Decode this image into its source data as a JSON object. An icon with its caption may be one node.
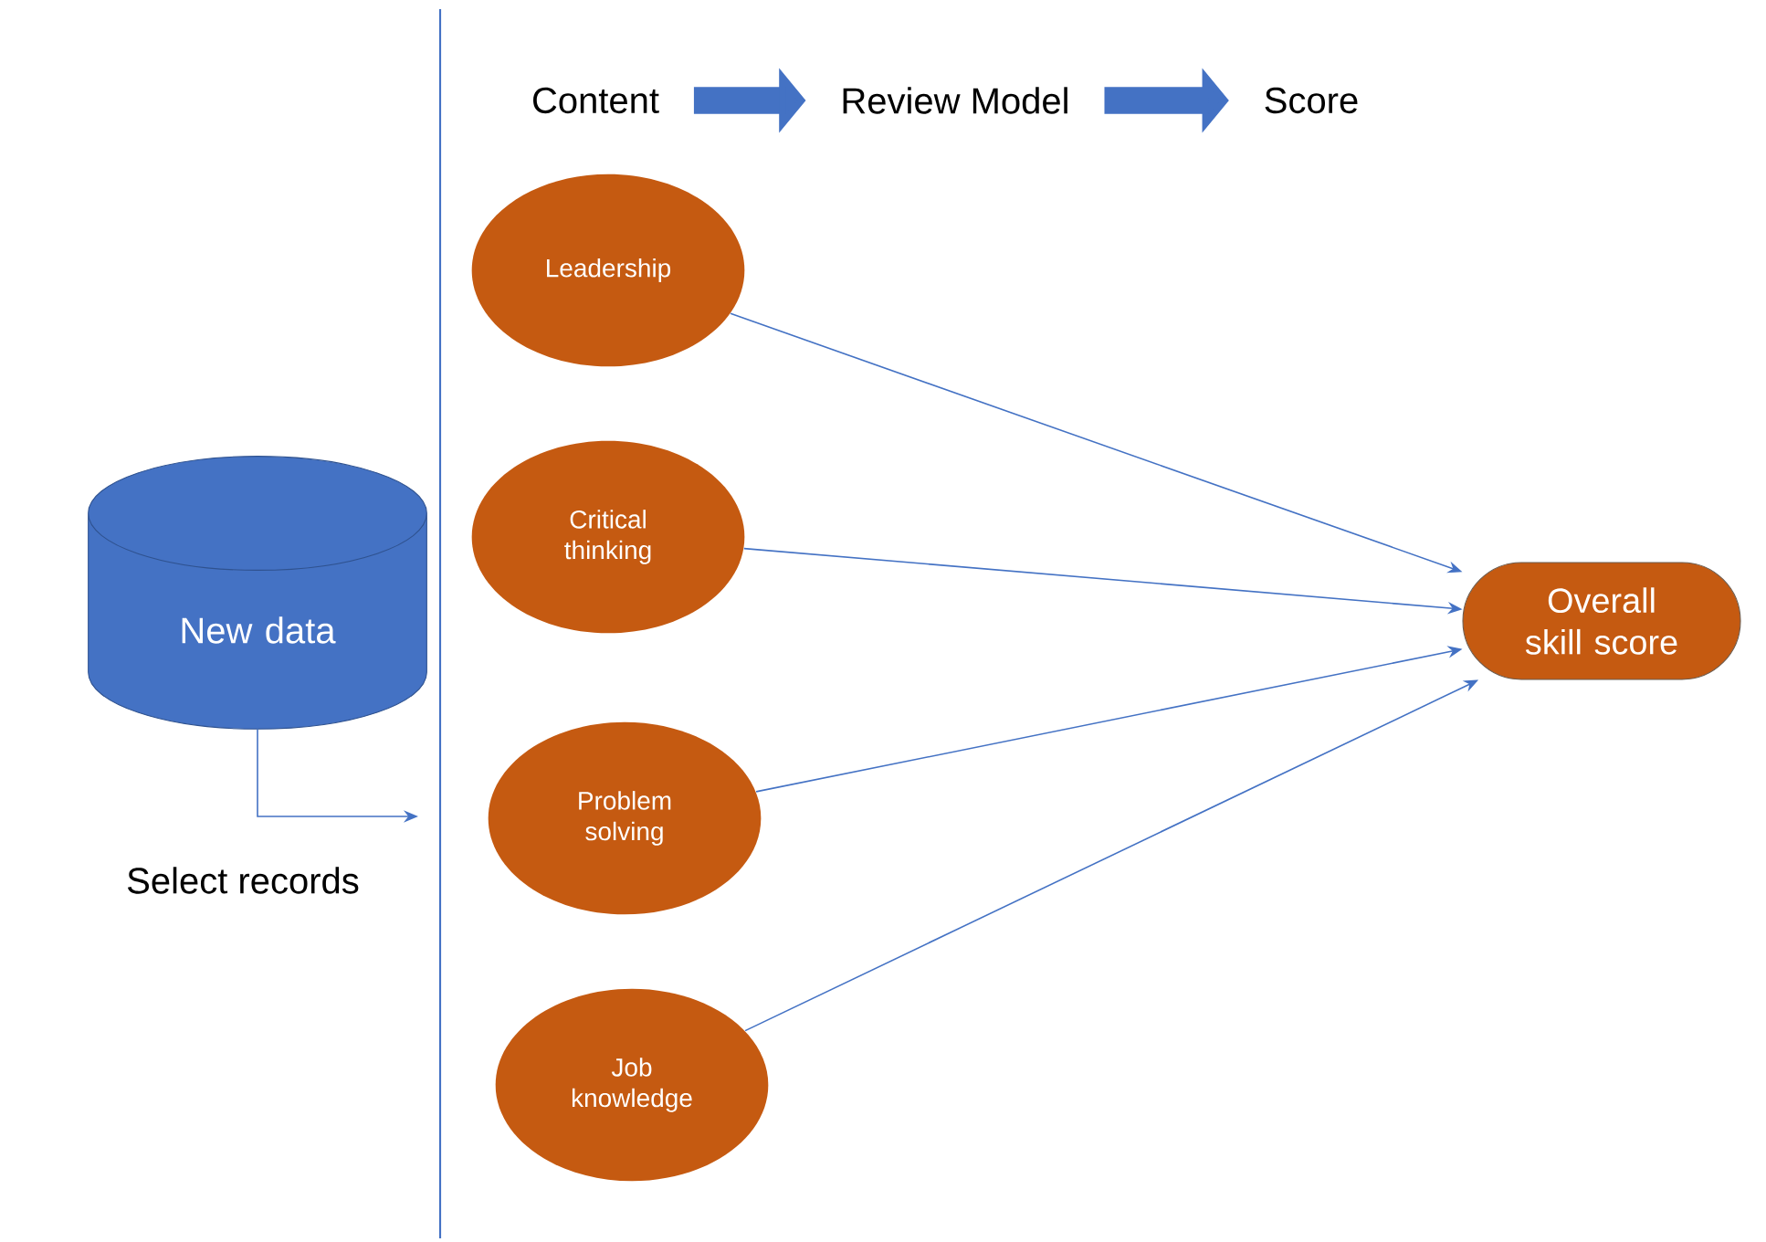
{
  "diagram": {
    "nodes": [
      {
        "text": [
          "Content"
        ]
      },
      {
        "text": [
          "Review Model"
        ]
      },
      {
        "text": [
          "Score"
        ]
      },
      {
        "text": [
          "New data"
        ]
      },
      {
        "text": [
          "Leadership"
        ]
      },
      {
        "text": [
          "Critical thinking"
        ]
      },
      {
        "text": [
          "Problem solving"
        ]
      },
      {
        "text": [
          "Job knowledge"
        ]
      },
      {
        "text": [
          "Overall skill score"
        ]
      }
    ],
    "edges": [
      {
        "from": 0,
        "to": 1,
        "arrow": "to",
        "style": "thick"
      },
      {
        "from": 1,
        "to": 2,
        "arrow": "to",
        "style": "thick"
      },
      {
        "from": 3,
        "to": null,
        "arrow": "to"
      },
      {
        "from": 4,
        "to": 8,
        "arrow": "to"
      },
      {
        "from": 5,
        "to": 8,
        "arrow": "to"
      },
      {
        "from": 6,
        "to": 8,
        "arrow": "to"
      },
      {
        "from": 7,
        "to": 8,
        "arrow": "to"
      }
    ],
    "labels": [
      "Select records"
    ]
  }
}
